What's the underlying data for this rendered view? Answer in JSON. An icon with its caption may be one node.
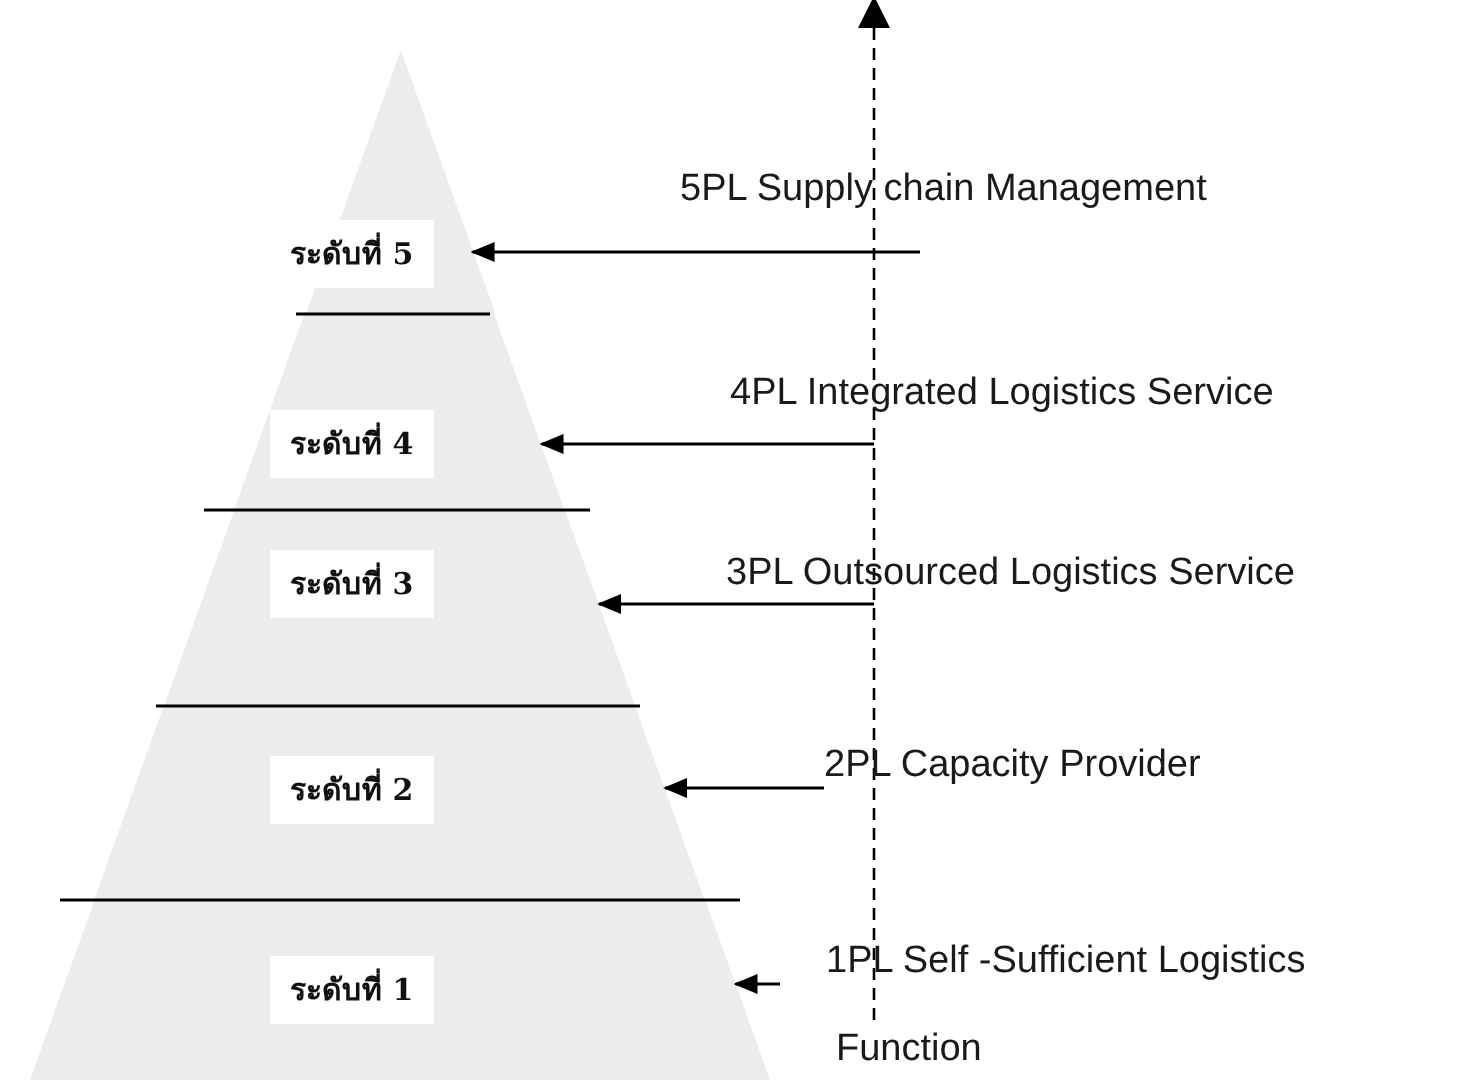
{
  "diagram": {
    "nodes": [
      {
        "text": [
          "ระดับที่ 5"
        ]
      },
      {
        "text": [
          "ระดับที่ 4"
        ]
      },
      {
        "text": [
          "ระดับที่ 3"
        ]
      },
      {
        "text": [
          "ระดับที่ 2"
        ]
      },
      {
        "text": [
          "ระดับที่ 1"
        ]
      },
      {
        "text": [
          "5PL Supply chain Management"
        ]
      },
      {
        "text": [
          "4PL Integrated Logistics Service"
        ]
      },
      {
        "text": [
          "3PL Outsourced Logistics Service"
        ]
      },
      {
        "text": [
          "2PL Capacity Provider"
        ]
      },
      {
        "text": [
          "1PL Self -Sufficient Logistics"
        ]
      }
    ],
    "edges": [
      {
        "from": 5,
        "to": 0,
        "arrow": "to"
      },
      {
        "from": 6,
        "to": 1,
        "arrow": "to"
      },
      {
        "from": 7,
        "to": 2,
        "arrow": "to"
      },
      {
        "from": 8,
        "to": 3,
        "arrow": "to"
      },
      {
        "from": 9,
        "to": 4,
        "arrow": "to"
      }
    ],
    "labels": [
      "Function"
    ]
  }
}
